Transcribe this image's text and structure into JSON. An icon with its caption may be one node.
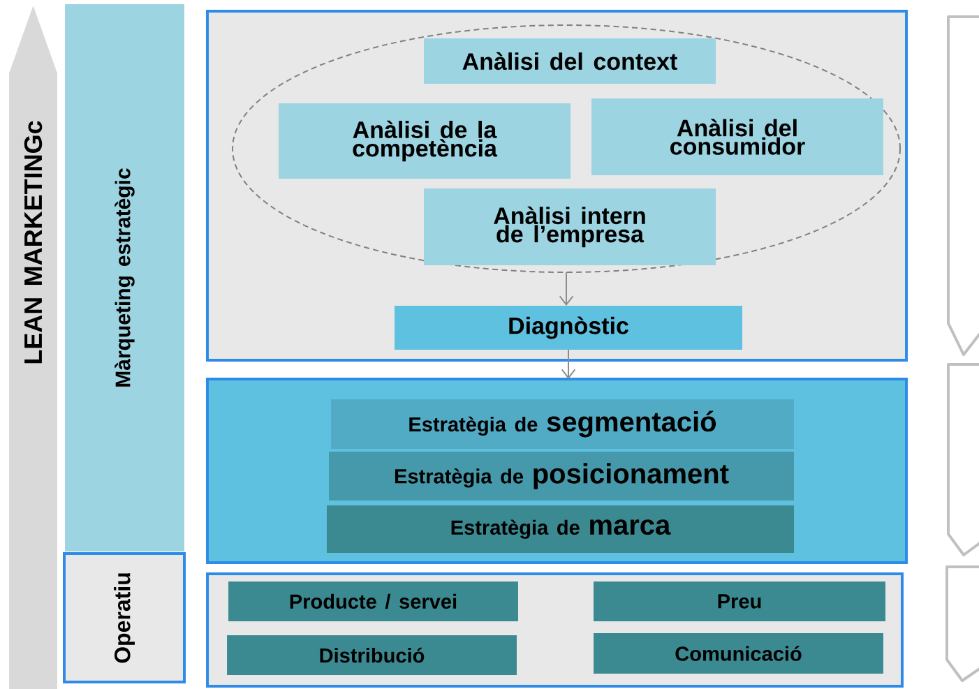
{
  "diagram": {
    "nodes": [
      {
        "text": [
          "LEAN MARKETINGc"
        ]
      },
      {
        "text": [
          "Màrqueting estratègic"
        ]
      },
      {
        "text": [
          "Operatiu"
        ]
      },
      {
        "text": [],
        "shape": "box"
      },
      {
        "text": [],
        "shape": "ellipse",
        "in": 3
      },
      {
        "text": [
          "Anàlisi del context"
        ],
        "in": 4
      },
      {
        "text": [
          "Anàlisi de la competència"
        ],
        "in": 4
      },
      {
        "text": [
          "Anàlisi del consumidor"
        ],
        "in": 4
      },
      {
        "text": [
          "Anàlisi intern de l’empresa"
        ],
        "in": 4
      },
      {
        "text": [
          "Diagnòstic"
        ],
        "in": 3
      },
      {
        "text": [],
        "shape": "box"
      },
      {
        "text": [
          "Estratègia de",
          "segmentació"
        ],
        "in": 10
      },
      {
        "text": [
          "Estratègia de",
          "posicionament"
        ],
        "in": 10
      },
      {
        "text": [
          "Estratègia de",
          "marca"
        ],
        "in": 10
      },
      {
        "text": [],
        "shape": "box"
      },
      {
        "text": [
          "Producte / servei"
        ],
        "in": 14
      },
      {
        "text": [
          "Preu"
        ],
        "in": 14
      },
      {
        "text": [
          "Distribució"
        ],
        "in": 14
      },
      {
        "text": [
          "Comunicació"
        ],
        "in": 14
      },
      {
        "text": [],
        "shape": "chevron"
      },
      {
        "text": [],
        "shape": "chevron"
      },
      {
        "text": [],
        "shape": "chevron"
      }
    ],
    "edges": [
      {
        "from": 4,
        "to": 9,
        "arrow": "to"
      },
      {
        "from": 9,
        "to": 10,
        "arrow": "to"
      }
    ]
  }
}
